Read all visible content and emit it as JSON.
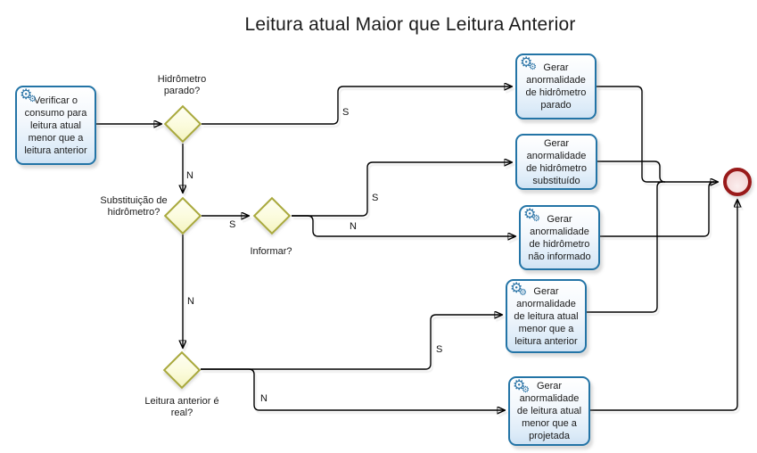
{
  "title": "Leitura atual Maior que Leitura Anterior",
  "diagram": {
    "start_task": {
      "label": "Verificar o consumo para leitura atual menor que a leitura anterior",
      "icon": "service-gear-icon"
    },
    "decisions": [
      {
        "label": "Hidrômetro parado?",
        "yes": "S",
        "no": "N"
      },
      {
        "label": "Substituição de hidrômetro?",
        "yes": "S",
        "no": "N"
      },
      {
        "label": "Informar?",
        "yes": "S",
        "no": "N"
      },
      {
        "label": "Leitura anterior é real?",
        "yes": "S",
        "no": "N"
      }
    ],
    "tasks": [
      {
        "label": "Gerar anormalidade de hidrômetro parado",
        "icon": "service-gear-icon"
      },
      {
        "label": "Gerar anormalidade de hidrômetro substituído",
        "icon": null
      },
      {
        "label": "Gerar anormalidade de hidrômetro não informado",
        "icon": "service-gear-icon"
      },
      {
        "label": "Gerar anormalidade de leitura atual menor que a leitura anterior",
        "icon": "service-gear-icon"
      },
      {
        "label": "Gerar anormalidade de leitura atual menor que a projetada",
        "icon": "service-gear-icon"
      }
    ],
    "end_event": {
      "type": "end"
    },
    "colors": {
      "task_border": "#2374A6",
      "task_fill": "#DCEBF8",
      "decision_border": "#A9A93C",
      "decision_fill": "#FBFBDC",
      "end_border": "#991A1A",
      "end_fill": "#F3D7D7",
      "connector": "#000000"
    }
  }
}
